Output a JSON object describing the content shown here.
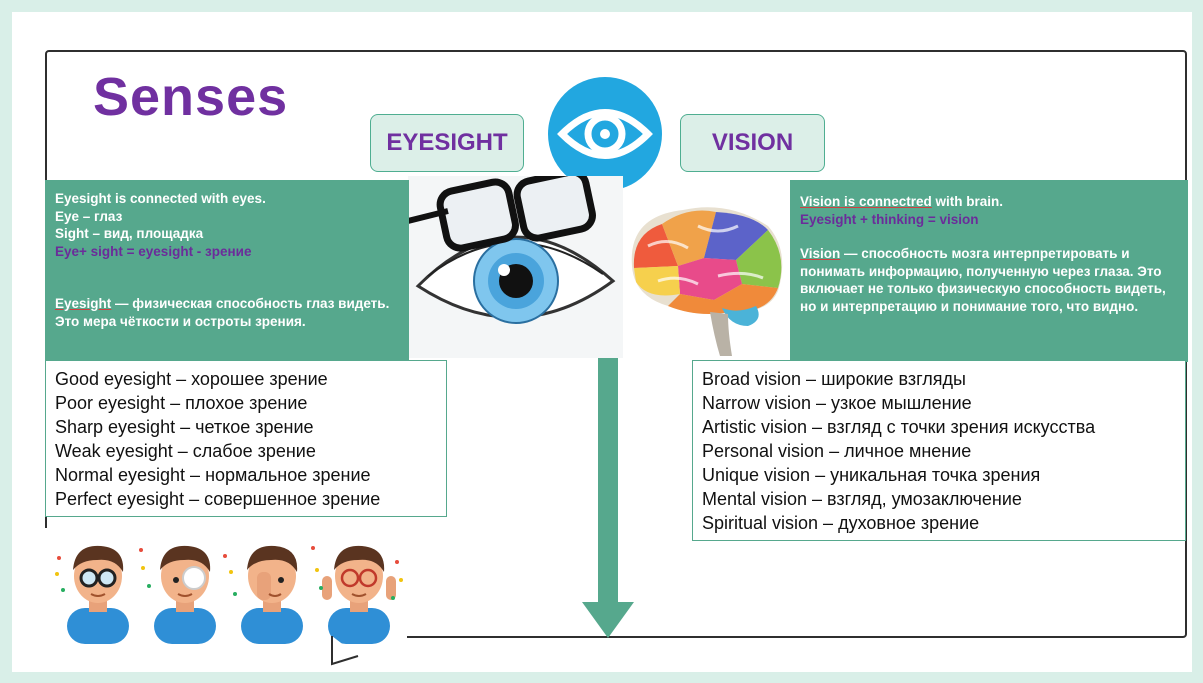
{
  "title": "Senses",
  "tags": {
    "eyesight": "EYESIGHT",
    "vision": "VISION"
  },
  "icons": {
    "eye": "eye-icon",
    "arrow": "down-arrow",
    "glasses_eye": "glasses-eye-illustration",
    "brain": "brain-illustration",
    "people": "people-illustration"
  },
  "colors": {
    "accent_green": "#56a88d",
    "title_purple": "#7030a0",
    "eye_circle": "#22a7e0"
  },
  "eyesight_box": {
    "line1": "Eyesight is connected with eyes.",
    "line2": "Eye – глаз",
    "line3": "Sight – вид, площадка",
    "line4": "Eye+ sight  = eyesight - зрение",
    "def_term": "Eyesight",
    "def_rest": " — физическая способность глаз видеть.",
    "def_line2": "Это мера чёткости и остроты зрения."
  },
  "vision_box": {
    "line1_term": "Vision is connectred",
    "line1_rest": " with brain.",
    "line2": "Eyesight + thinking = vision",
    "def_term": "Vision",
    "def_rest": " — способность мозга интерпретировать и понимать информацию, полученную через глаза. Это включает не только физическую способность видеть, но и интерпретацию и понимание того, что видно."
  },
  "eyesight_list": [
    "Good eyesight – хорошее зрение",
    "Poor eyesight – плохое зрение",
    "Sharp eyesight – четкое зрение",
    "Weak eyesight – слабое зрение",
    "Normal eyesight – нормальное зрение",
    "Perfect eyesight – совершенное зрение"
  ],
  "vision_list": [
    "Broad vision – широкие взгляды",
    "Narrow vision – узкое мышление",
    "Artistic vision – взгляд с точки зрения искусства",
    "Personal vision – личное мнение",
    "Unique vision – уникальная точка зрения",
    "Mental vision – взгляд, умозаключение",
    "Spiritual vision – духовное зрение"
  ]
}
